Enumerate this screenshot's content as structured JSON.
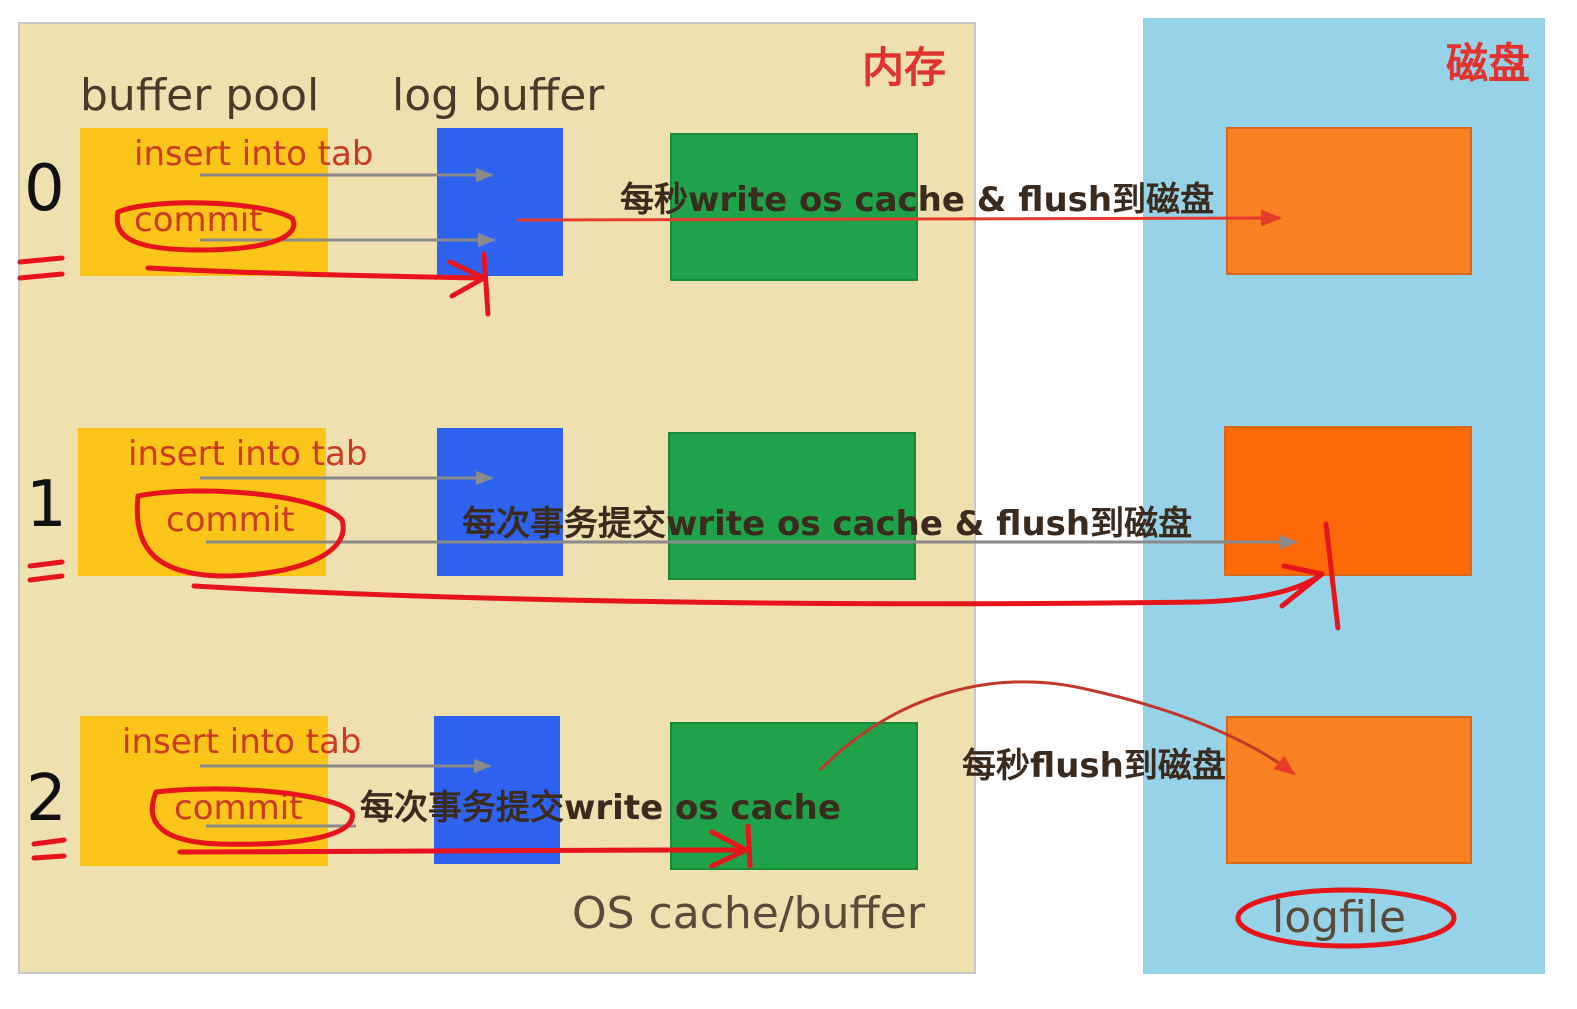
{
  "regions": {
    "memory_title": "内存",
    "disk_title": "磁盘"
  },
  "headers": {
    "buffer_pool": "buffer pool",
    "log_buffer": "log buffer",
    "os_cache": "OS cache/buffer",
    "logfile": "logfile"
  },
  "rows": [
    {
      "number": "0",
      "insert_label": "insert into tab",
      "commit_label": "commit",
      "annotation": "每秒write os cache & flush到磁盘"
    },
    {
      "number": "1",
      "insert_label": "insert into tab",
      "commit_label": "commit",
      "annotation": "每次事务提交write os cache & flush到磁盘"
    },
    {
      "number": "2",
      "insert_label": "insert into tab",
      "commit_label": "commit",
      "annotation": "每次事务提交write os cache",
      "annotation2": "每秒flush到磁盘"
    }
  ],
  "colors": {
    "memory_bg": "#efe0b0",
    "disk_bg": "#96d3e8",
    "buffer_pool": "#fcc519",
    "log_buffer": "#2e63f0",
    "os_cache": "#1fa24a",
    "logfile": "#f98122",
    "marker": "#e8141c"
  }
}
